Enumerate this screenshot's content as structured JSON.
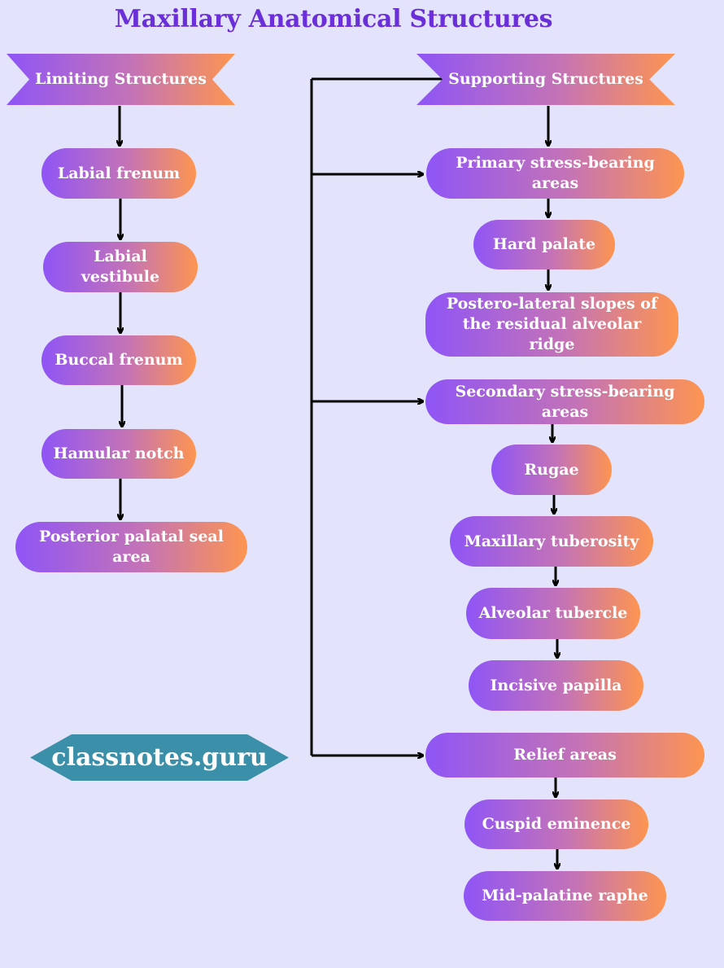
{
  "title": "Maxillary Anatomical Structures",
  "limiting": {
    "header": "Limiting Structures",
    "items": [
      "Labial frenum",
      "Labial vestibule",
      "Buccal frenum",
      "Hamular notch",
      "Posterior palatal seal area"
    ]
  },
  "supporting": {
    "header": "Supporting Structures",
    "primary": {
      "label": "Primary stress-bearing areas",
      "items": [
        "Hard palate",
        "Postero-lateral slopes of the residual alveolar ridge"
      ]
    },
    "secondary": {
      "label": "Secondary stress-bearing areas",
      "items": [
        "Rugae",
        "Maxillary tuberosity",
        "Alveolar tubercle",
        "Incisive papilla"
      ]
    },
    "relief": {
      "label": "Relief areas",
      "items": [
        "Cuspid eminence",
        "Mid-palatine raphe"
      ]
    }
  },
  "brand": "classnotes.guru",
  "colors": {
    "background": "#e3e4fb",
    "title": "#6a2fd8",
    "gradient_start": "#8f55f6",
    "gradient_end": "#fd9550",
    "brand": "#3b8fa8",
    "connector": "#000000"
  }
}
